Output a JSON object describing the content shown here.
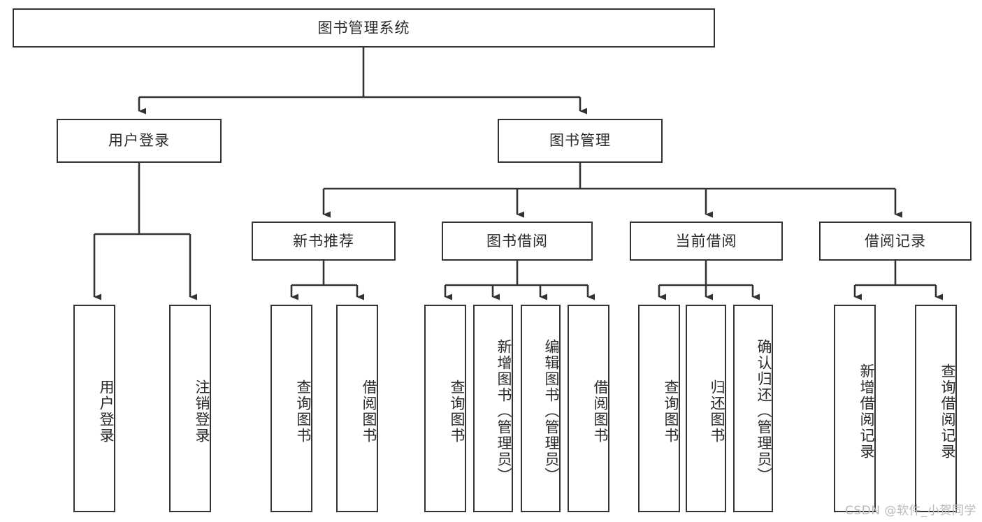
{
  "diagram": {
    "title": "图书管理系统",
    "type": "tree-hierarchy-chart",
    "colors": {
      "border": "#333333",
      "background": "#ffffff",
      "text": "#2b2b2b",
      "watermark": "#b9b9b9"
    },
    "root": {
      "label": "图书管理系统"
    },
    "level2": [
      {
        "label": "用户登录"
      },
      {
        "label": "图书管理"
      }
    ],
    "level3": [
      {
        "label": "新书推荐"
      },
      {
        "label": "图书借阅"
      },
      {
        "label": "当前借阅"
      },
      {
        "label": "借阅记录"
      }
    ],
    "leaves": [
      {
        "label": "用户登录",
        "parent": "用户登录"
      },
      {
        "label": "注销登录",
        "parent": "用户登录"
      },
      {
        "label": "查询图书",
        "parent": "新书推荐"
      },
      {
        "label": "借阅图书",
        "parent": "新书推荐"
      },
      {
        "label": "查询图书",
        "parent": "图书借阅"
      },
      {
        "label": "新增图书（管理员）",
        "parent": "图书借阅"
      },
      {
        "label": "编辑图书（管理员）",
        "parent": "图书借阅"
      },
      {
        "label": "借阅图书",
        "parent": "图书借阅"
      },
      {
        "label": "查询图书",
        "parent": "当前借阅"
      },
      {
        "label": "归还图书",
        "parent": "当前借阅"
      },
      {
        "label": "确认归还（管理员）",
        "parent": "当前借阅"
      },
      {
        "label": "新增借阅记录",
        "parent": "借阅记录"
      },
      {
        "label": "查询借阅记录",
        "parent": "借阅记录"
      }
    ],
    "watermark": "CSDN @软件_小贺同学"
  }
}
